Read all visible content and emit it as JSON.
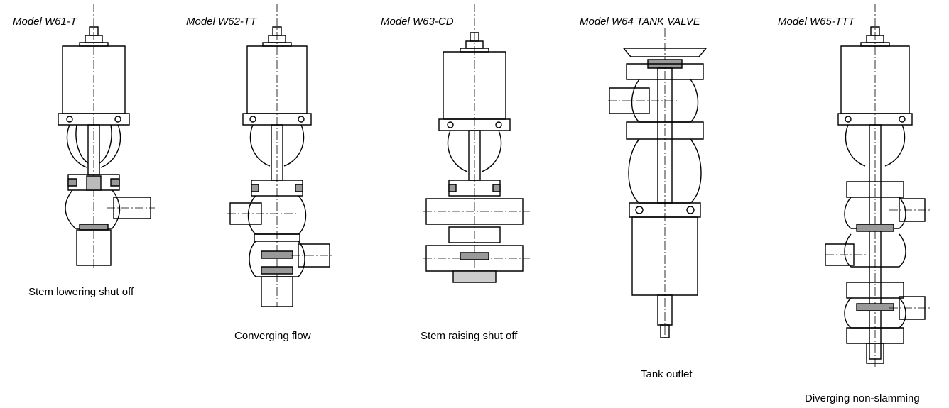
{
  "valves": [
    {
      "model": "Model W61-T",
      "caption": "Stem lowering shut off"
    },
    {
      "model": "Model W62-TT",
      "caption": "Converging flow"
    },
    {
      "model": "Model W63-CD",
      "caption": "Stem raising shut off"
    },
    {
      "model": "Model W64 TANK VALVE",
      "caption": "Tank outlet"
    },
    {
      "model": "Model W65-TTT",
      "caption": "Diverging non-slamming"
    }
  ]
}
